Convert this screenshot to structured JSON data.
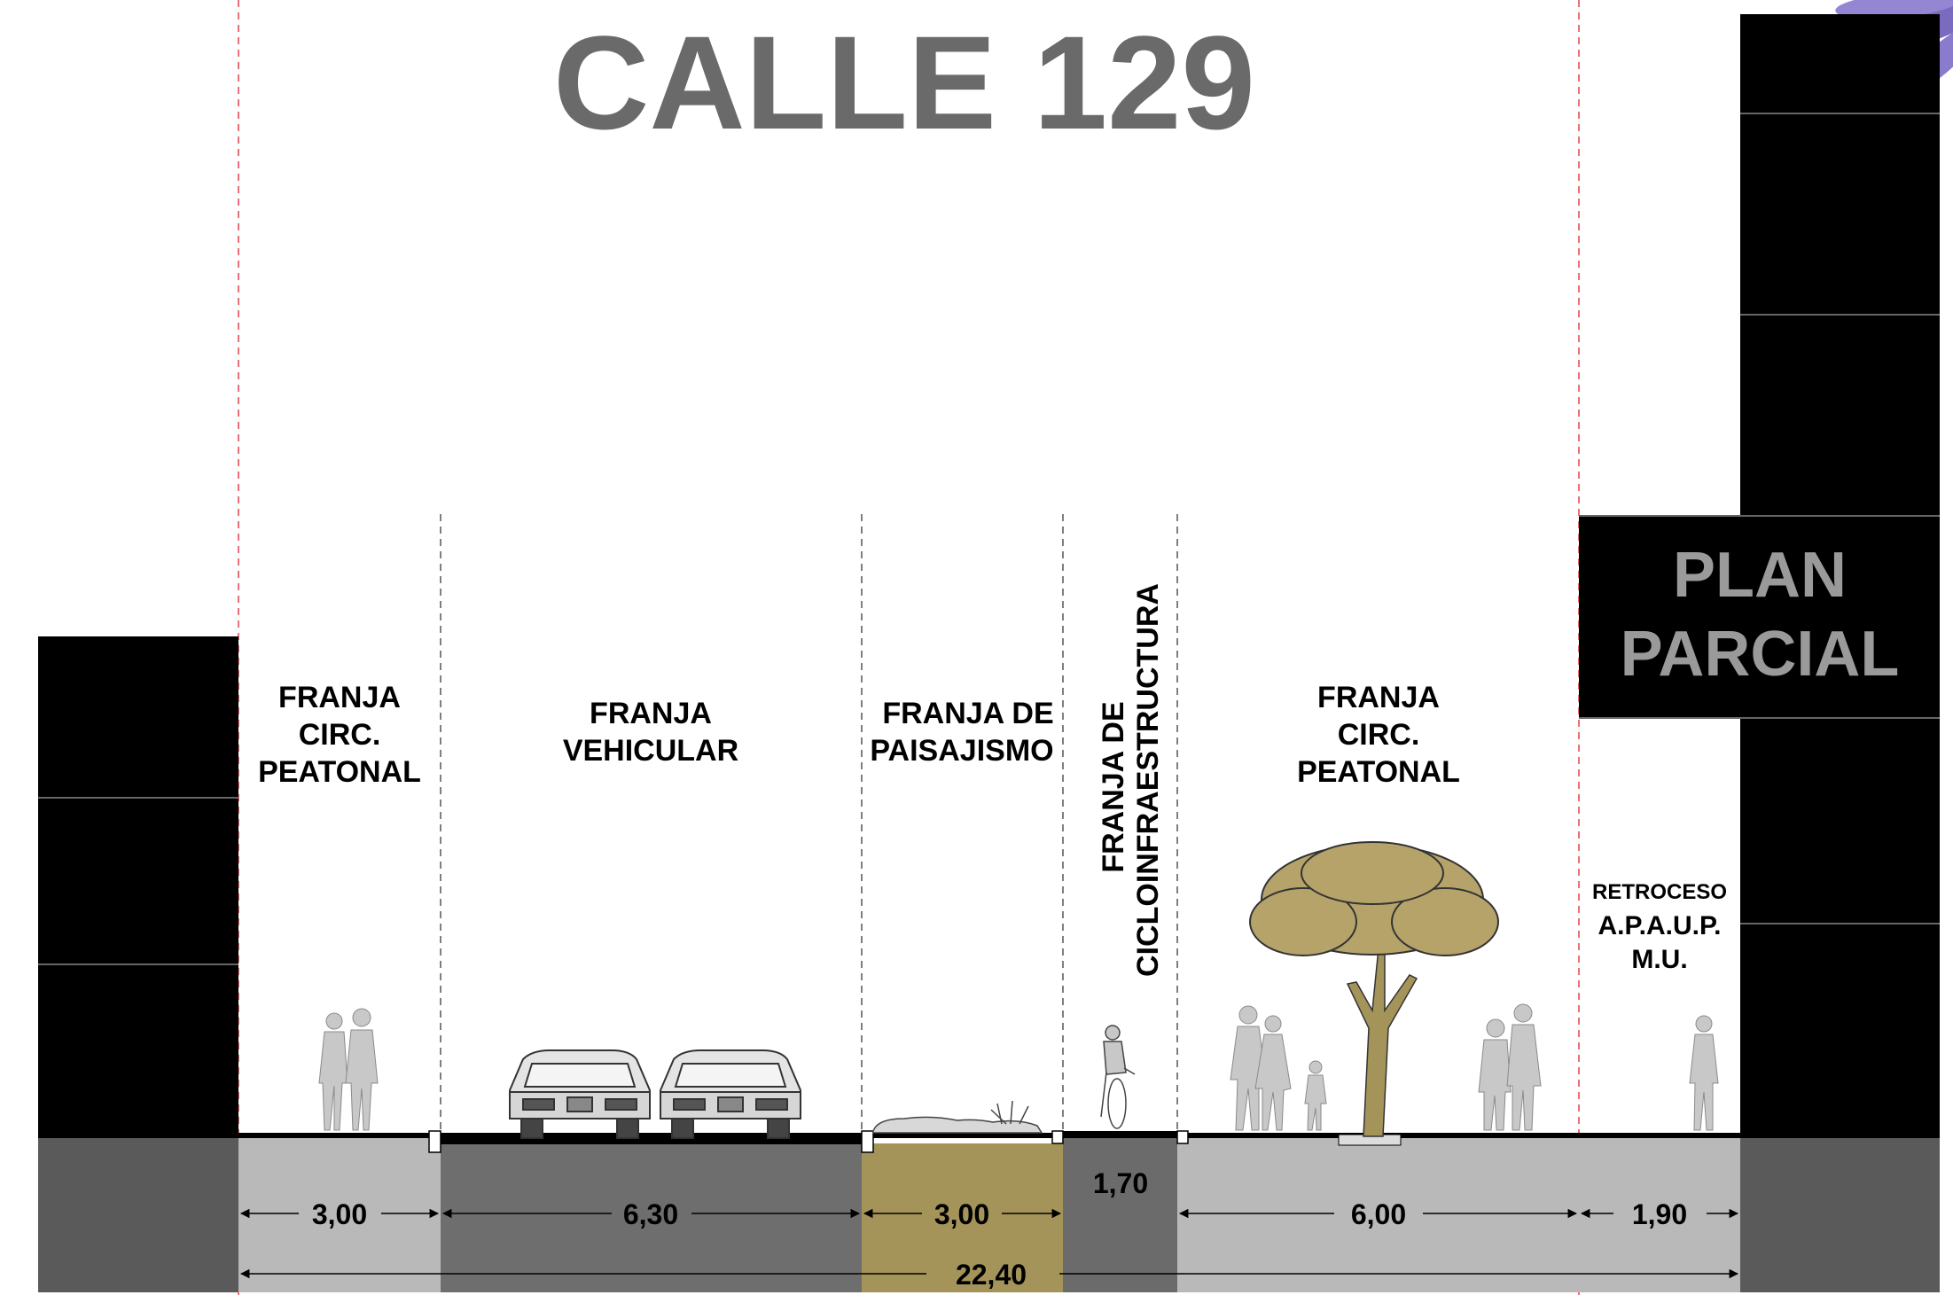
{
  "title": "CALLE 129",
  "plan_parcial": {
    "line1": "PLAN",
    "line2": "PARCIAL"
  },
  "zones": {
    "peatonal_left": {
      "line1": "FRANJA",
      "line2": "CIRC.",
      "line3": "PEATONAL",
      "width": "3,00"
    },
    "vehicular": {
      "line1": "FRANJA",
      "line2": "VEHICULAR",
      "width": "6,30"
    },
    "paisajismo": {
      "line1": "FRANJA DE",
      "line2": "PAISAJISMO",
      "width": "3,00"
    },
    "cicloinfraestructura": {
      "line1": "FRANJA DE",
      "line2": "CICLOINFRAESTRUCTURA",
      "width": "1,70"
    },
    "peatonal_right": {
      "line1": "FRANJA",
      "line2": "CIRC.",
      "line3": "PEATONAL",
      "width": "6,00"
    },
    "retroceso": {
      "line1": "RETROCESO",
      "line2": "A.P.A.U.P.",
      "line3": "M.U.",
      "width": "1,90"
    }
  },
  "total_width": "22,40",
  "colors": {
    "title_gray": "#6a6a6a",
    "building": "#000000",
    "ground_dark": "#5a5a5a",
    "sidewalk_light": "#b9b9b9",
    "road_gray": "#6e6e6e",
    "landscape_ochre": "#a4945a",
    "cycle_gray": "#6b6b6b",
    "tree_foliage": "#b5a36a",
    "people_gray": "#c8c8c8",
    "property_line_red": "#e0404a",
    "flower_purple": "#7b6bc0"
  }
}
